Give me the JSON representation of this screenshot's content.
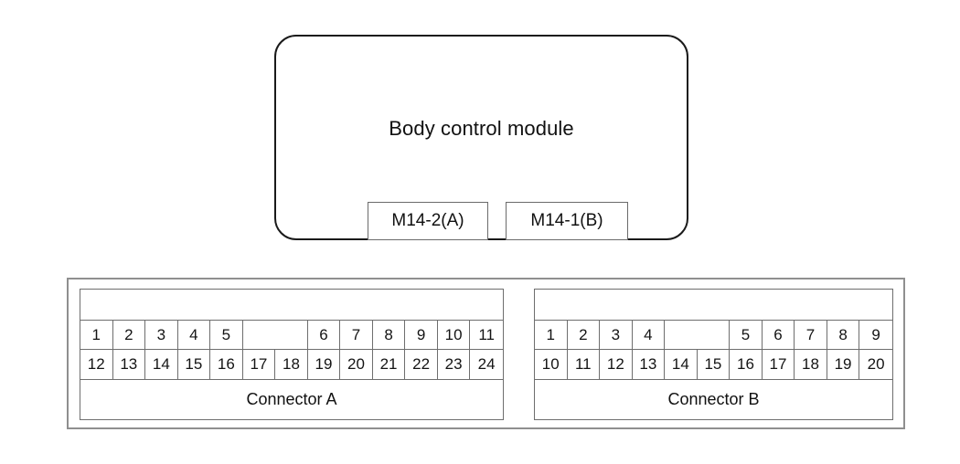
{
  "diagram": {
    "module": {
      "title": "Body control module",
      "connector_labels": [
        {
          "name": "label-m14-2-a",
          "text": "M14-2(A)"
        },
        {
          "name": "label-m14-1-b",
          "text": "M14-1(B)"
        }
      ]
    },
    "connectors": [
      {
        "id": "connector-a",
        "footer": "Connector A",
        "columns": 13,
        "top_row": [
          {
            "label": "1",
            "span": 1,
            "blank": false
          },
          {
            "label": "2",
            "span": 1,
            "blank": false
          },
          {
            "label": "3",
            "span": 1,
            "blank": false
          },
          {
            "label": "4",
            "span": 1,
            "blank": false
          },
          {
            "label": "5",
            "span": 1,
            "blank": false
          },
          {
            "label": "",
            "span": 2,
            "blank": true
          },
          {
            "label": "6",
            "span": 1,
            "blank": false
          },
          {
            "label": "7",
            "span": 1,
            "blank": false
          },
          {
            "label": "8",
            "span": 1,
            "blank": false
          },
          {
            "label": "9",
            "span": 1,
            "blank": false
          },
          {
            "label": "10",
            "span": 1,
            "blank": false
          },
          {
            "label": "11",
            "span": 1,
            "blank": false
          }
        ],
        "bottom_row": [
          {
            "label": "12",
            "span": 1,
            "blank": false
          },
          {
            "label": "13",
            "span": 1,
            "blank": false
          },
          {
            "label": "14",
            "span": 1,
            "blank": false
          },
          {
            "label": "15",
            "span": 1,
            "blank": false
          },
          {
            "label": "16",
            "span": 1,
            "blank": false
          },
          {
            "label": "17",
            "span": 1,
            "blank": false
          },
          {
            "label": "18",
            "span": 1,
            "blank": false
          },
          {
            "label": "19",
            "span": 1,
            "blank": false
          },
          {
            "label": "20",
            "span": 1,
            "blank": false
          },
          {
            "label": "21",
            "span": 1,
            "blank": false
          },
          {
            "label": "22",
            "span": 1,
            "blank": false
          },
          {
            "label": "23",
            "span": 1,
            "blank": false
          },
          {
            "label": "24",
            "span": 1,
            "blank": false
          }
        ]
      },
      {
        "id": "connector-b",
        "footer": "Connector B",
        "columns": 11,
        "top_row": [
          {
            "label": "1",
            "span": 1,
            "blank": false
          },
          {
            "label": "2",
            "span": 1,
            "blank": false
          },
          {
            "label": "3",
            "span": 1,
            "blank": false
          },
          {
            "label": "4",
            "span": 1,
            "blank": false
          },
          {
            "label": "",
            "span": 2,
            "blank": true
          },
          {
            "label": "5",
            "span": 1,
            "blank": false
          },
          {
            "label": "6",
            "span": 1,
            "blank": false
          },
          {
            "label": "7",
            "span": 1,
            "blank": false
          },
          {
            "label": "8",
            "span": 1,
            "blank": false
          },
          {
            "label": "9",
            "span": 1,
            "blank": false
          }
        ],
        "bottom_row": [
          {
            "label": "10",
            "span": 1,
            "blank": false
          },
          {
            "label": "11",
            "span": 1,
            "blank": false
          },
          {
            "label": "12",
            "span": 1,
            "blank": false
          },
          {
            "label": "13",
            "span": 1,
            "blank": false
          },
          {
            "label": "14",
            "span": 1,
            "blank": false
          },
          {
            "label": "15",
            "span": 1,
            "blank": false
          },
          {
            "label": "16",
            "span": 1,
            "blank": false
          },
          {
            "label": "17",
            "span": 1,
            "blank": false
          },
          {
            "label": "18",
            "span": 1,
            "blank": false
          },
          {
            "label": "19",
            "span": 1,
            "blank": false
          },
          {
            "label": "20",
            "span": 1,
            "blank": false
          }
        ]
      }
    ],
    "colors": {
      "module_outline": "#1a1a1a",
      "table_line": "#6e6e6e",
      "frame_line": "#8f8f8f",
      "text": "#111111",
      "background": "#ffffff"
    }
  }
}
